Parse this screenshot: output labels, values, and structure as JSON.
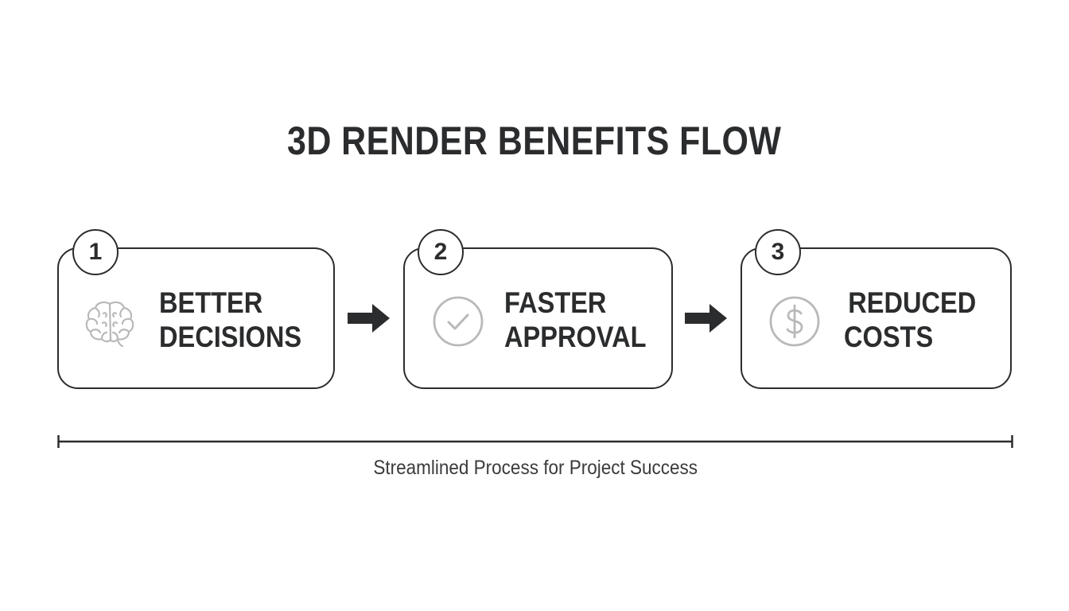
{
  "title": "3D RENDER BENEFITS FLOW",
  "steps": [
    {
      "number": "1",
      "line1": "BETTER",
      "line2": "DECISIONS",
      "icon": "brain-icon"
    },
    {
      "number": "2",
      "line1": "FASTER",
      "line2": "APPROVAL",
      "icon": "checkmark-circle-icon"
    },
    {
      "number": "3",
      "line1": "REDUCED",
      "line2": "COSTS",
      "icon": "dollar-circle-icon"
    }
  ],
  "footer": "Streamlined Process for Project Success",
  "colors": {
    "ink": "#2b2c2e",
    "icon_gray": "#b9b9b9",
    "background": "#ffffff"
  }
}
